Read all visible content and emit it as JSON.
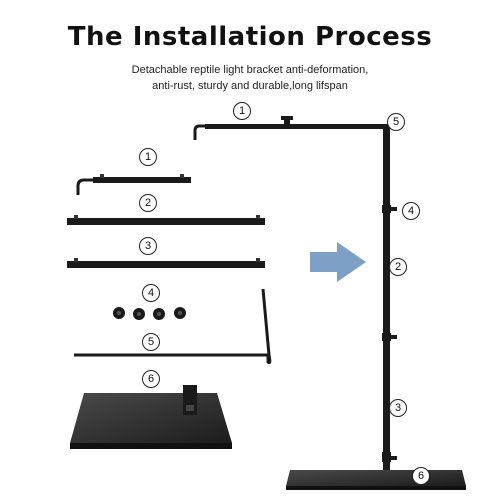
{
  "title": "The Installation Process",
  "subtitle_line1": "Detachable reptile light bracket anti-deformation,",
  "subtitle_line2": "anti-rust, sturdy and durable,long lifspan",
  "markers": {
    "one": "1",
    "two": "2",
    "three": "3",
    "four": "4",
    "five": "5",
    "six": "6"
  },
  "colors": {
    "metal": "#1a1a1a",
    "arrow": "#7e9fc6",
    "base": "#2a2a2a"
  }
}
